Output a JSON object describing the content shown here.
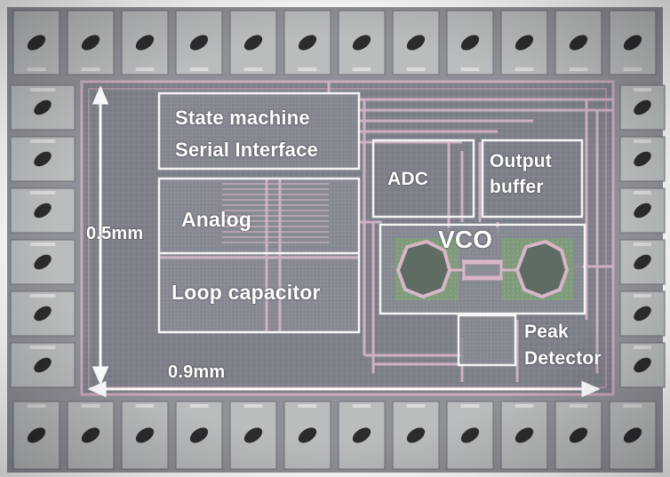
{
  "blocks": {
    "state_machine": {
      "line1": "State machine",
      "line2": "Serial Interface"
    },
    "analog": "Analog",
    "loop_capacitor": "Loop capacitor",
    "adc": "ADC",
    "output_buffer": {
      "line1": "Output",
      "line2": "buffer"
    },
    "vco": "VCO",
    "peak_detector": {
      "line1": "Peak",
      "line2": "Detector"
    }
  },
  "dimensions": {
    "height": "0.5mm",
    "width": "0.9mm"
  },
  "colors": {
    "bonding_pad": "#b9bdbd",
    "substrate": "#8d8f98",
    "core": "#7a7d86",
    "metal_trace": "#d7b4c7",
    "inductor_fill": "#7c9a76",
    "label": "#ffffff"
  }
}
